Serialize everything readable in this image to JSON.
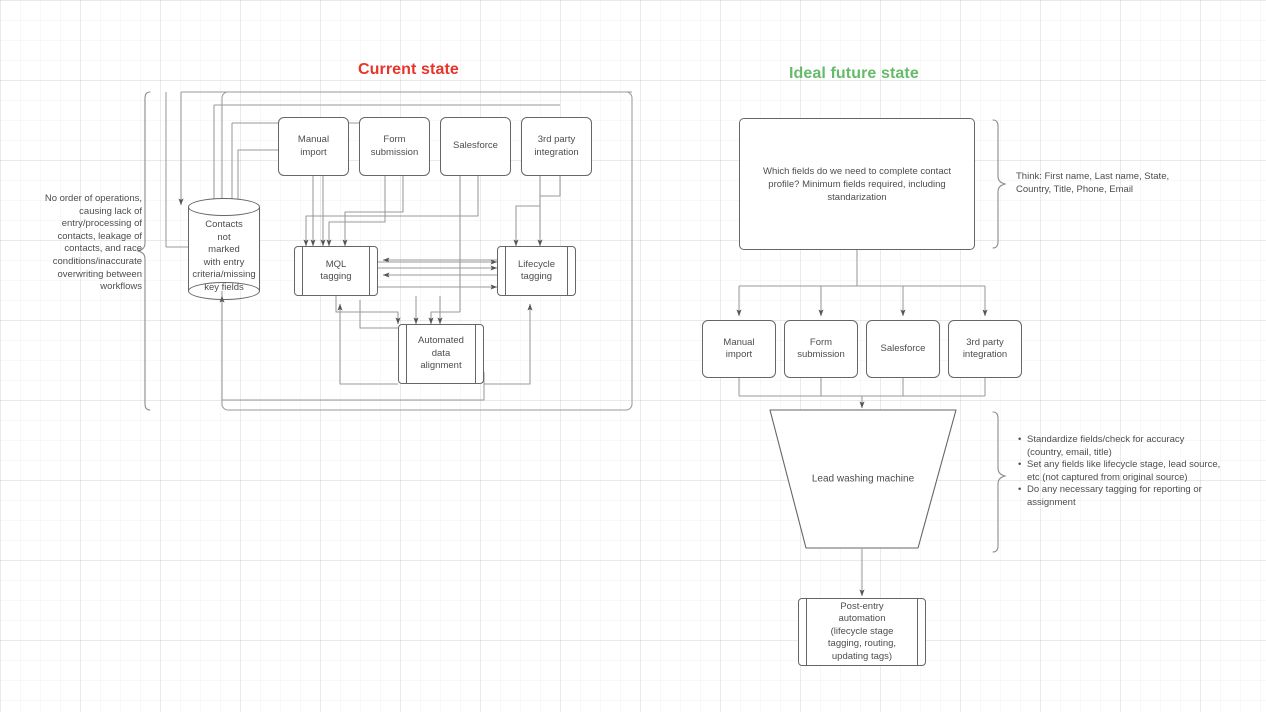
{
  "diagram": {
    "titles": {
      "current": {
        "text": "Current state",
        "color": "#e8342a"
      },
      "future": {
        "text": "Ideal future state",
        "color": "#66bb6a"
      }
    },
    "current_state": {
      "annotation_left": "No order of operations, causing lack of entry/processing of contacts, leakage of contacts, and race conditions/inaccurate overwriting between workflows",
      "datastore": "Contacts\nnot\nmarked\nwith entry\ncriteria/missing\nkey fields",
      "sources": [
        {
          "label": "Manual\nimport"
        },
        {
          "label": "Form\nsubmission"
        },
        {
          "label": "Salesforce"
        },
        {
          "label": "3rd party\nintegration"
        }
      ],
      "processes": [
        {
          "label": "MQL\ntagging"
        },
        {
          "label": "Lifecycle\ntagging"
        },
        {
          "label": "Automated\ndata\nalignment"
        }
      ]
    },
    "future_state": {
      "question_box": "Which fields do we need to complete contact profile? Minimum fields required, including standarization",
      "question_note": "Think: First name, Last name, State, Country, Title, Phone, Email",
      "sources": [
        {
          "label": "Manual\nimport"
        },
        {
          "label": "Form\nsubmission"
        },
        {
          "label": "Salesforce"
        },
        {
          "label": "3rd party\nintegration"
        }
      ],
      "washer": "Lead washing machine",
      "washer_notes": [
        "Standardize fields/check for accuracy (country, email, title)",
        "Set any fields like lifecycle stage, lead source, etc (not captured from original source)",
        "Do any necessary tagging for reporting or assignment"
      ],
      "post_entry": "Post-entry\nautomation\n(lifecycle stage\ntagging, routing,\nupdating tags)"
    },
    "style": {
      "stroke": "#666666",
      "edge_stroke": "#9a9a9a",
      "text": "#4d4d4d",
      "background": "#ffffff"
    }
  }
}
